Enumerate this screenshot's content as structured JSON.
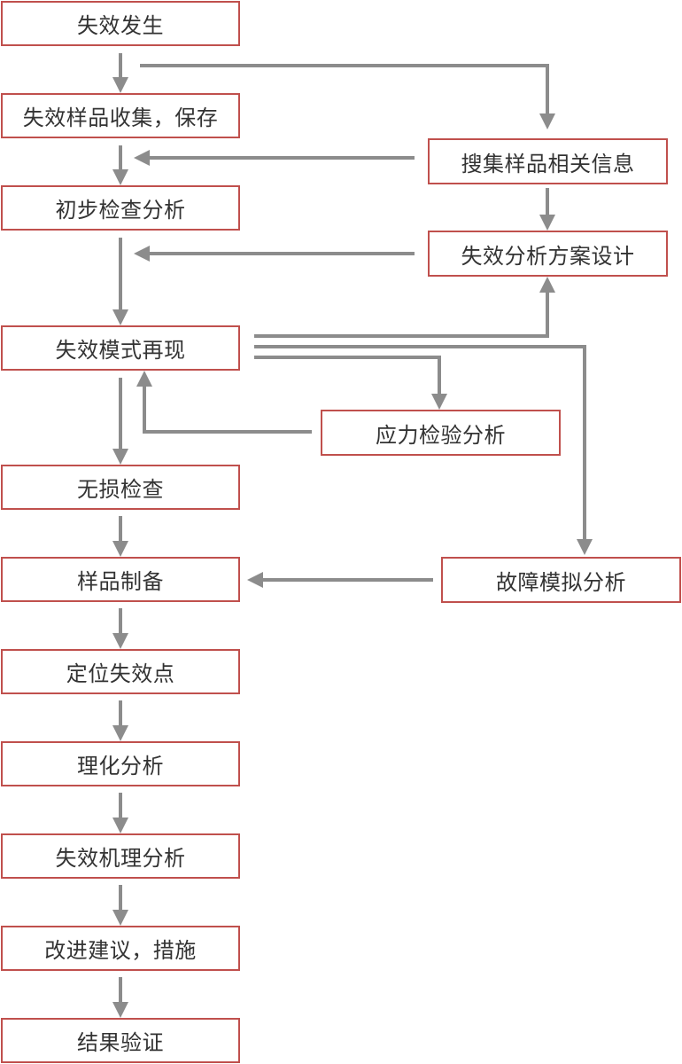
{
  "colors": {
    "box_border": "#c0504d",
    "arrow": "#8c8c8c",
    "text": "#333333"
  },
  "main_steps": [
    "失效发生",
    "失效样品收集，保存",
    "初步检查分析",
    "失效模式再现",
    "无损检查",
    "样品制备",
    "定位失效点",
    "理化分析",
    "失效机理分析",
    "改进建议，措施",
    "结果验证"
  ],
  "side_steps": [
    "搜集样品相关信息",
    "失效分析方案设计",
    "应力检验分析",
    "故障模拟分析"
  ]
}
